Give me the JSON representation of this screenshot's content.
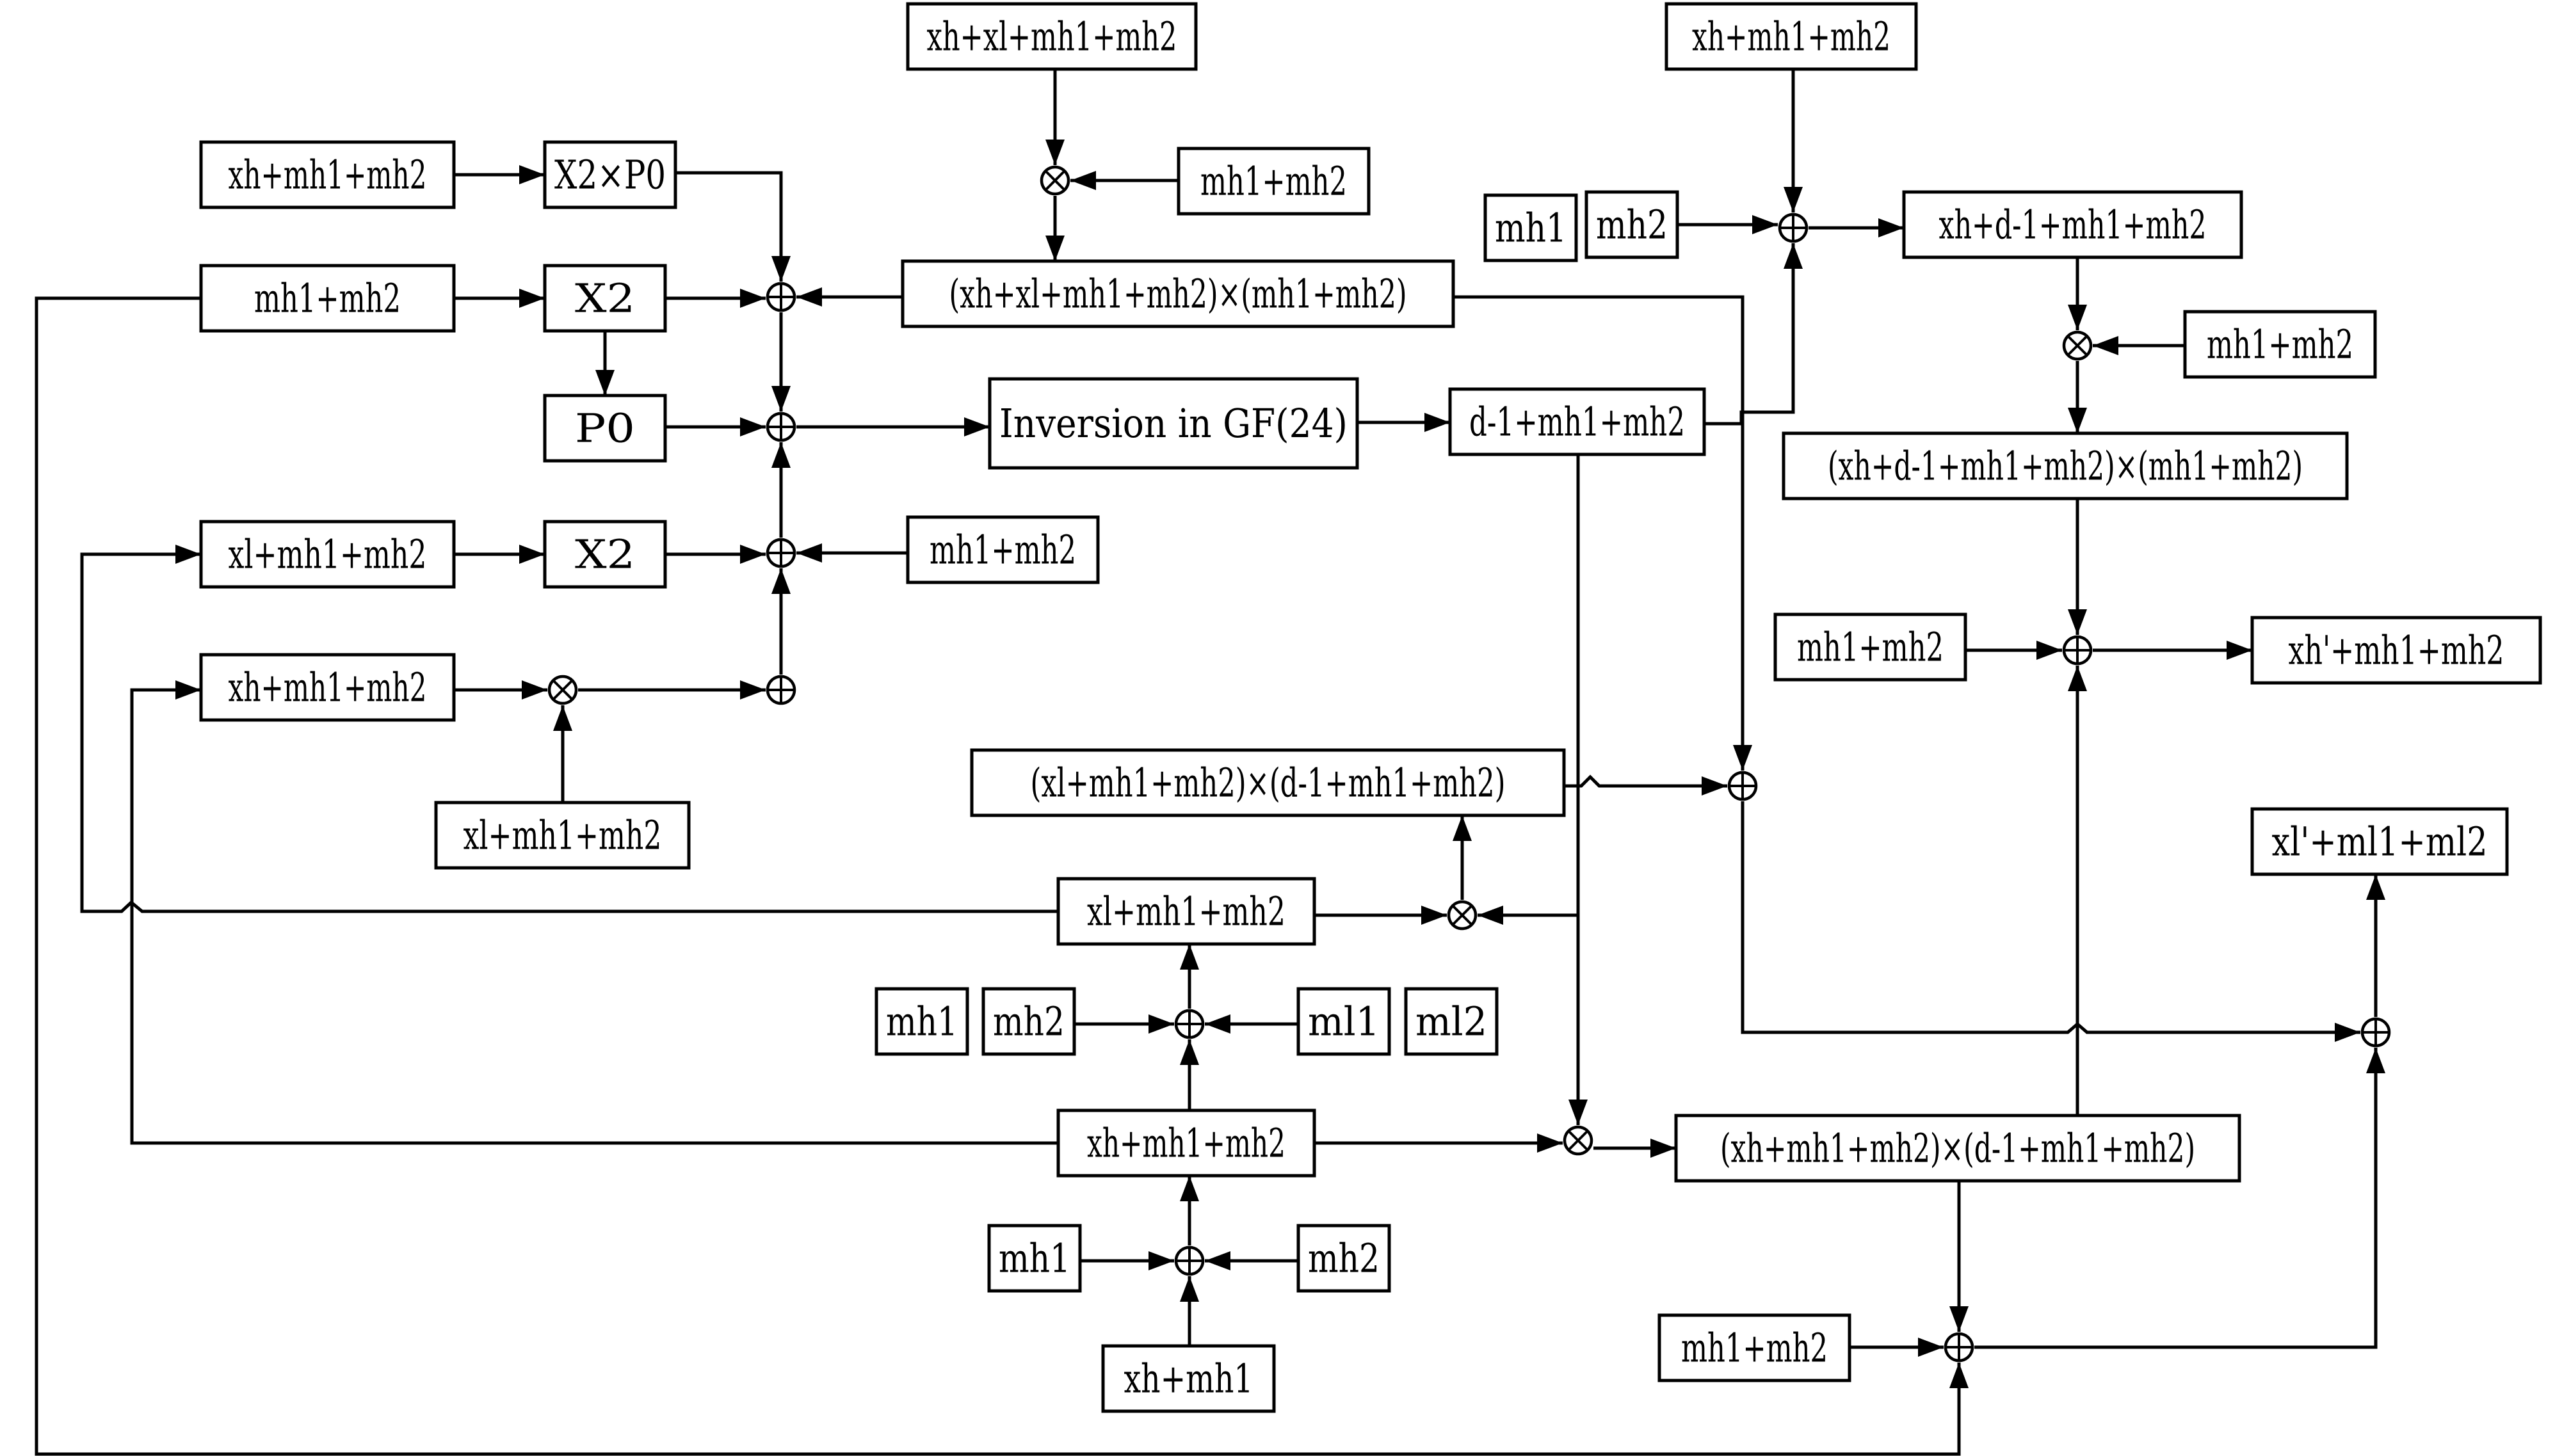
{
  "boxes": [
    {
      "id": "b_top_xhxlmm",
      "text": "xh+xl+mh1+mh2",
      "interactable": false
    },
    {
      "id": "b_top_right_xhmm",
      "text": "xh+mh1+mh2"
    },
    {
      "id": "b_xhmm_in",
      "text": "xh+mh1+mh2"
    },
    {
      "id": "b_X2P0",
      "text": "X2×P0"
    },
    {
      "id": "b_mm_mask_top",
      "text": "mh1+mh2"
    },
    {
      "id": "b_mm_left",
      "text": "mh1+mh2"
    },
    {
      "id": "b_X2",
      "text": "X2"
    },
    {
      "id": "b_prod_top",
      "text": "(xh+xl+mh1+mh2)×(mh1+mh2)"
    },
    {
      "id": "b_mh1_r",
      "text": "mh1"
    },
    {
      "id": "b_mh2_r",
      "text": "mh2"
    },
    {
      "id": "b_xhdinv",
      "text": "xh+d-1+mh1+mh2"
    },
    {
      "id": "b_mm_r1",
      "text": "mh1+mh2"
    },
    {
      "id": "b_P0",
      "text": "P0"
    },
    {
      "id": "b_inv",
      "text": "Inversion in GF(24)"
    },
    {
      "id": "b_dinv",
      "text": "d-1+mh1+mh2"
    },
    {
      "id": "b_prod_r",
      "text": "(xh+d-1+mh1+mh2)×(mh1+mh2)"
    },
    {
      "id": "b_xlmm_in",
      "text": "xl+mh1+mh2"
    },
    {
      "id": "b_Xsq",
      "text": "X2"
    },
    {
      "id": "b_mm_mid",
      "text": "mh1+mh2"
    },
    {
      "id": "b_mm_r2",
      "text": "mh1+mh2"
    },
    {
      "id": "b_xh_out",
      "text": "xh'+mh1+mh2"
    },
    {
      "id": "b_xhmm_in2",
      "text": "xh+mh1+mh2"
    },
    {
      "id": "b_prod_mid",
      "text": "(xl+mh1+mh2)×(d-1+mh1+mh2)"
    },
    {
      "id": "b_xlmm_in2",
      "text": "xl+mh1+mh2"
    },
    {
      "id": "b_xl_out",
      "text": "xl'+ml1+ml2"
    },
    {
      "id": "b_xlmm_mid",
      "text": "xl+mh1+mh2"
    },
    {
      "id": "b_mh1_a",
      "text": "mh1"
    },
    {
      "id": "b_mh2_a",
      "text": "mh2"
    },
    {
      "id": "b_ml1",
      "text": "ml1"
    },
    {
      "id": "b_ml2",
      "text": "ml2"
    },
    {
      "id": "b_xhmm_mid",
      "text": "xh+mh1+mh2"
    },
    {
      "id": "b_prod_low",
      "text": "(xh+mh1+mh2)×(d-1+mh1+mh2)"
    },
    {
      "id": "b_mh1_b",
      "text": "mh1"
    },
    {
      "id": "b_mh2_b",
      "text": "mh2"
    },
    {
      "id": "b_mm_low",
      "text": "mh1+mh2"
    },
    {
      "id": "b_xhmh1",
      "text": "xh+mh1"
    }
  ],
  "operators": {
    "xor_symbol": "⊕",
    "mul_symbol": "⊗"
  }
}
